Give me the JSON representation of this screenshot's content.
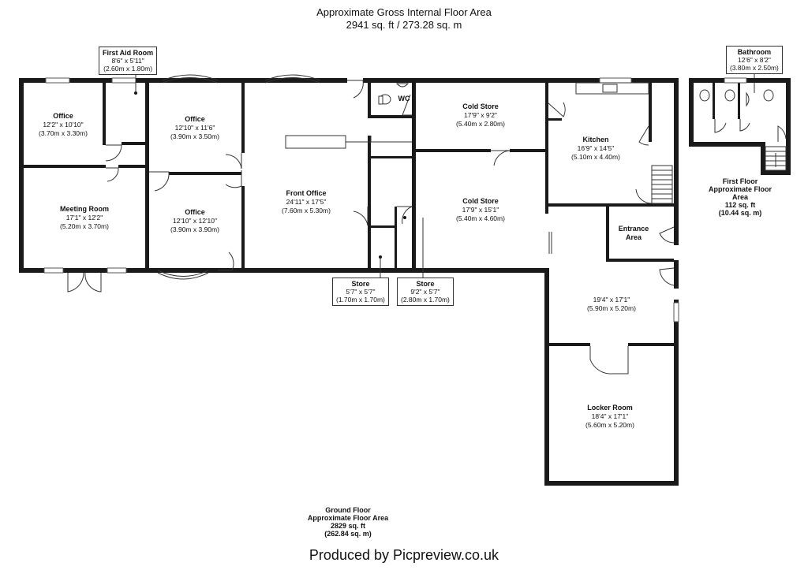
{
  "header": {
    "title": "Approximate Gross Internal Floor Area",
    "total": "2941 sq. ft / 273.28 sq. m"
  },
  "rooms": {
    "office1": {
      "name": "Office",
      "imperial": "12'2\" x 10'10\"",
      "metric": "(3.70m x 3.30m)"
    },
    "first_aid": {
      "name": "First Aid Room",
      "imperial": "8'6\" x 5'11\"",
      "metric": "(2.60m x 1.80m)"
    },
    "office2": {
      "name": "Office",
      "imperial": "12'10\" x 11'6\"",
      "metric": "(3.90m x 3.50m)"
    },
    "meeting": {
      "name": "Meeting Room",
      "imperial": "17'1\" x 12'2\"",
      "metric": "(5.20m x 3.70m)"
    },
    "office3": {
      "name": "Office",
      "imperial": "12'10\" x 12'10\"",
      "metric": "(3.90m x 3.90m)"
    },
    "front_office": {
      "name": "Front Office",
      "imperial": "24'11\" x 17'5\"",
      "metric": "(7.60m x 5.30m)"
    },
    "wc": {
      "name": "WC"
    },
    "cold_store1": {
      "name": "Cold Store",
      "imperial": "17'9\" x 9'2\"",
      "metric": "(5.40m x 2.80m)"
    },
    "cold_store2": {
      "name": "Cold Store",
      "imperial": "17'9\" x 15'1\"",
      "metric": "(5.40m x 4.60m)"
    },
    "kitchen": {
      "name": "Kitchen",
      "imperial": "16'9\" x 14'5\"",
      "metric": "(5.10m x 4.40m)"
    },
    "entrance": {
      "name1": "Entrance",
      "name2": "Area"
    },
    "store1": {
      "name": "Store",
      "imperial": "5'7\" x 5'7\"",
      "metric": "(1.70m x 1.70m)"
    },
    "store2": {
      "name": "Store",
      "imperial": "9'2\" x 5'7\"",
      "metric": "(2.80m x 1.70m)"
    },
    "unnamed": {
      "imperial": "19'4\" x 17'1\"",
      "metric": "(5.90m x 5.20m)"
    },
    "locker": {
      "name": "Locker Room",
      "imperial": "18'4\" x 17'1\"",
      "metric": "(5.60m x 5.20m)"
    },
    "bathroom": {
      "name": "Bathroom",
      "imperial": "12'6\" x 8'2\"",
      "metric": "(3.80m x 2.50m)"
    }
  },
  "first_floor": {
    "line1": "First Floor",
    "line2": "Approximate Floor Area",
    "line3": "112 sq. ft",
    "line4": "(10.44 sq. m)"
  },
  "ground_floor": {
    "line1": "Ground Floor",
    "line2": "Approximate Floor Area",
    "line3": "2829 sq. ft",
    "line4": "(262.84 sq. m)"
  },
  "footer": "Produced by Picpreview.co.uk"
}
